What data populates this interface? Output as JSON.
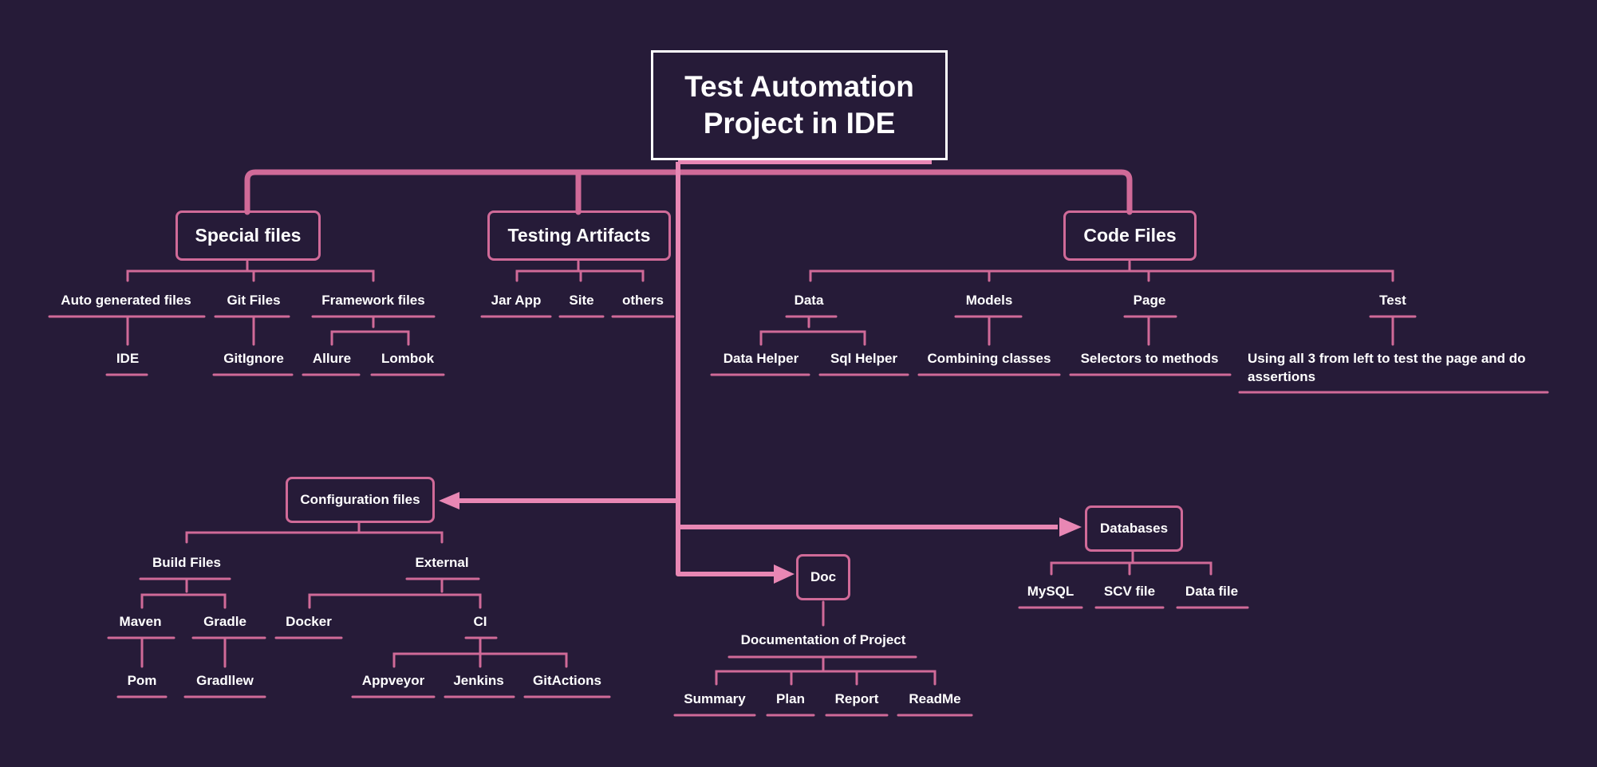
{
  "colors": {
    "background": "#261b38",
    "connector": "#d06a98",
    "trunk": "#e887b4",
    "text": "#ffffff"
  },
  "root": {
    "title": "Test Automation Project in IDE"
  },
  "special": {
    "label": "Special files",
    "auto": "Auto generated files",
    "ide": "IDE",
    "git": "Git Files",
    "gitignore": "GitIgnore",
    "framework": "Framework files",
    "allure": "Allure",
    "lombok": "Lombok"
  },
  "testing": {
    "label": "Testing Artifacts",
    "jar": "Jar App",
    "site": "Site",
    "others": "others"
  },
  "code": {
    "label": "Code Files",
    "data": "Data",
    "data_helper": "Data Helper",
    "sql_helper": "Sql Helper",
    "models": "Models",
    "combining": "Combining classes",
    "page": "Page",
    "selectors": "Selectors to methods",
    "test": "Test",
    "test_desc": "Using all 3 from left to test the page and do assertions"
  },
  "config": {
    "label": "Configuration files",
    "build": "Build Files",
    "maven": "Maven",
    "pom": "Pom",
    "gradle": "Gradle",
    "gradlew": "Gradllew",
    "external": "External",
    "docker": "Docker",
    "ci": "CI",
    "appveyor": "Appveyor",
    "jenkins": "Jenkins",
    "gitactions": "GitActions"
  },
  "doc": {
    "label": "Doc",
    "documentation": "Documentation of Project",
    "summary": "Summary",
    "plan": "Plan",
    "report": "Report",
    "readme": "ReadMe"
  },
  "databases": {
    "label": "Databases",
    "mysql": "MySQL",
    "scv": "SCV file",
    "datafile": "Data file"
  }
}
